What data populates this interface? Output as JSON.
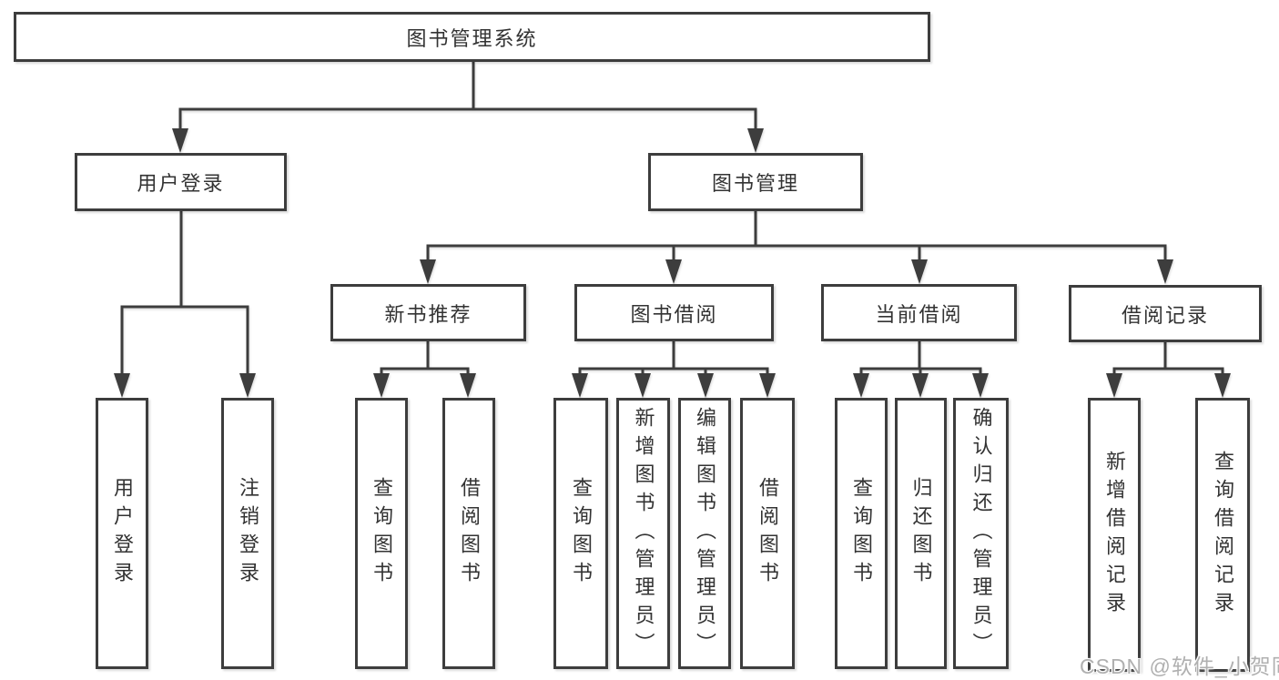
{
  "diagram": {
    "title": "图书管理系统",
    "root": {
      "label": "图书管理系统"
    },
    "branches": [
      {
        "label": "用户登录",
        "children": [
          {
            "label": "用户登录"
          },
          {
            "label": "注销登录"
          }
        ]
      },
      {
        "label": "图书管理",
        "children": [
          {
            "label": "新书推荐",
            "children": [
              {
                "label": "查询图书"
              },
              {
                "label": "借阅图书"
              }
            ]
          },
          {
            "label": "图书借阅",
            "children": [
              {
                "label": "查询图书"
              },
              {
                "label": "新增图书（管理员）"
              },
              {
                "label": "编辑图书（管理员）"
              },
              {
                "label": "借阅图书"
              }
            ]
          },
          {
            "label": "当前借阅",
            "children": [
              {
                "label": "查询图书"
              },
              {
                "label": "归还图书"
              },
              {
                "label": "确认归还（管理员）"
              }
            ]
          },
          {
            "label": "借阅记录",
            "children": [
              {
                "label": "新增借阅记录"
              },
              {
                "label": "查询借阅记录"
              }
            ]
          }
        ]
      }
    ]
  },
  "watermark": {
    "text": "CSDN @软件_小贺同学"
  },
  "colors": {
    "line": "#3d3d3d",
    "box_border": "#3d3d3d",
    "text": "#333333",
    "watermark": "#b0b0b0",
    "background": "#ffffff"
  }
}
